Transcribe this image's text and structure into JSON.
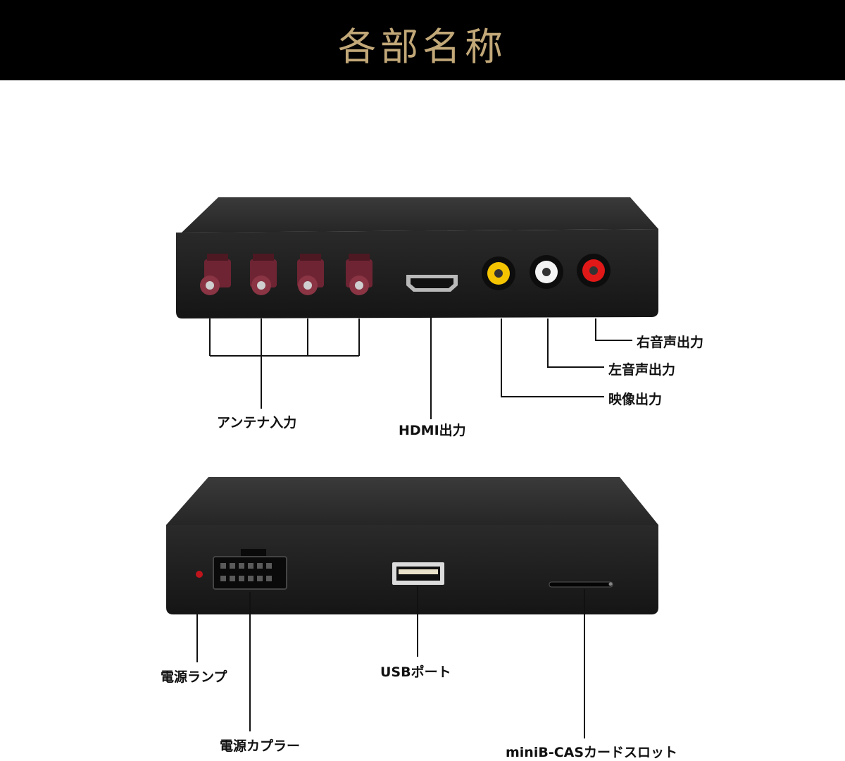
{
  "header": {
    "title": "各部名称"
  },
  "labels": {
    "antenna_input": "アンテナ入力",
    "hdmi_output": "HDMI出力",
    "video_output": "映像出力",
    "left_audio_output": "左音声出力",
    "right_audio_output": "右音声出力",
    "power_lamp": "電源ランプ",
    "power_coupler": "電源カプラー",
    "usb_port": "USBポート",
    "minib_cas_slot": "miniB-CASカードスロット"
  },
  "colors": {
    "header_bg": "#000000",
    "header_text": "#c2a878",
    "antenna_connector": "#6e2433",
    "video_rca": "#f5c400",
    "left_audio_rca": "#f4f4f4",
    "right_audio_rca": "#e01818",
    "power_lamp": "#c0141c",
    "device_body": "#1f1f1f"
  },
  "icons": [
    "antenna-connector-icon",
    "hdmi-port-icon",
    "rca-jack-icon",
    "power-lamp-icon",
    "power-coupler-icon",
    "usb-port-icon",
    "card-slot-icon"
  ]
}
